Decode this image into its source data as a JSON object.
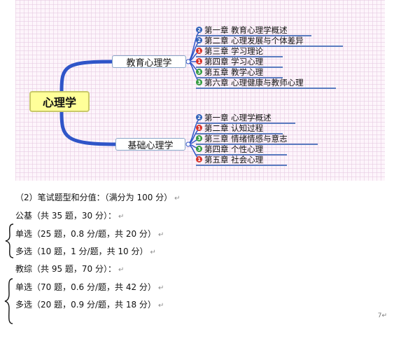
{
  "mindmap": {
    "root": "心理学",
    "branches": [
      {
        "label": "教育心理学",
        "chapters": [
          {
            "badge": "2",
            "text": "第一章 教育心理学概述"
          },
          {
            "badge": "2",
            "text": "第二章  心理发展与个体差异"
          },
          {
            "badge": "1",
            "text": "第三章 学习理论"
          },
          {
            "badge": "1",
            "text": "第四章 学习心理"
          },
          {
            "badge": "3",
            "text": "第五章 教学心理"
          },
          {
            "badge": "3",
            "text": "第六章 心理健康与教师心理"
          }
        ]
      },
      {
        "label": "基础心理学",
        "chapters": [
          {
            "badge": "2",
            "text": "第一章 心理学概述"
          },
          {
            "badge": "1",
            "text": "第二章 认知过程"
          },
          {
            "badge": "3",
            "text": "第三章 情绪情感与意志"
          },
          {
            "badge": "3",
            "text": "第四章 个性心理"
          },
          {
            "badge": "1",
            "text": "第五章 社会心理"
          }
        ]
      }
    ]
  },
  "text": {
    "heading": "（2）笔试题型和分值：（满分为 100 分）",
    "gongji": "公基（共 35 题，30 分）：",
    "gongji_items": [
      "单选（25 题，0.8 分/题，共 20 分）",
      "多选（10 题，1 分/题，共 10 分）"
    ],
    "jiaozong": "教综（共 95 题，70 分）：",
    "jiaozong_items": [
      "单选（70 题，0.6 分/题，共 42 分）",
      "多选（20 题，0.9 分/题，共 18 分）"
    ],
    "paragraph_mark": "↵",
    "page_number": "7↵"
  },
  "colors": {
    "badge_1": "#d8332a",
    "badge_2": "#2d5fb8",
    "badge_3": "#2f9a3c",
    "connector": "#2f55c8",
    "root_fill": "#ffff99"
  }
}
